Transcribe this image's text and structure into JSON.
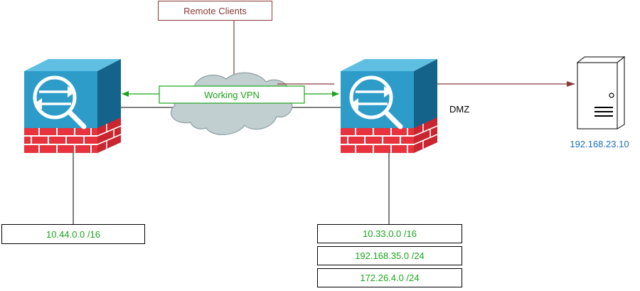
{
  "remote_clients": {
    "label": "Remote Clients",
    "border_color": "#8b3a3a",
    "text_color": "#8b3a3a"
  },
  "vpn": {
    "label": "Working VPN",
    "color": "#1ba51b"
  },
  "dmz": {
    "label": "DMZ",
    "arrow_color": "#8b3a3a"
  },
  "server": {
    "ip": "192.168.23.10",
    "ip_color": "#1e6fb5"
  },
  "left_firewall": {
    "icon": "firewall-icon",
    "network": "10.44.0.0 /16"
  },
  "right_firewall": {
    "icon": "firewall-icon",
    "networks": [
      "10.33.0.0 /16",
      "192.168.35.0 /24",
      "172.26.4.0 /24"
    ]
  },
  "colors": {
    "firewall_face": "#2d9cc9",
    "firewall_side": "#13638a",
    "firewall_top": "#5fbfe3",
    "brick": "#e8333f",
    "cloud": "#c2cfd1"
  }
}
